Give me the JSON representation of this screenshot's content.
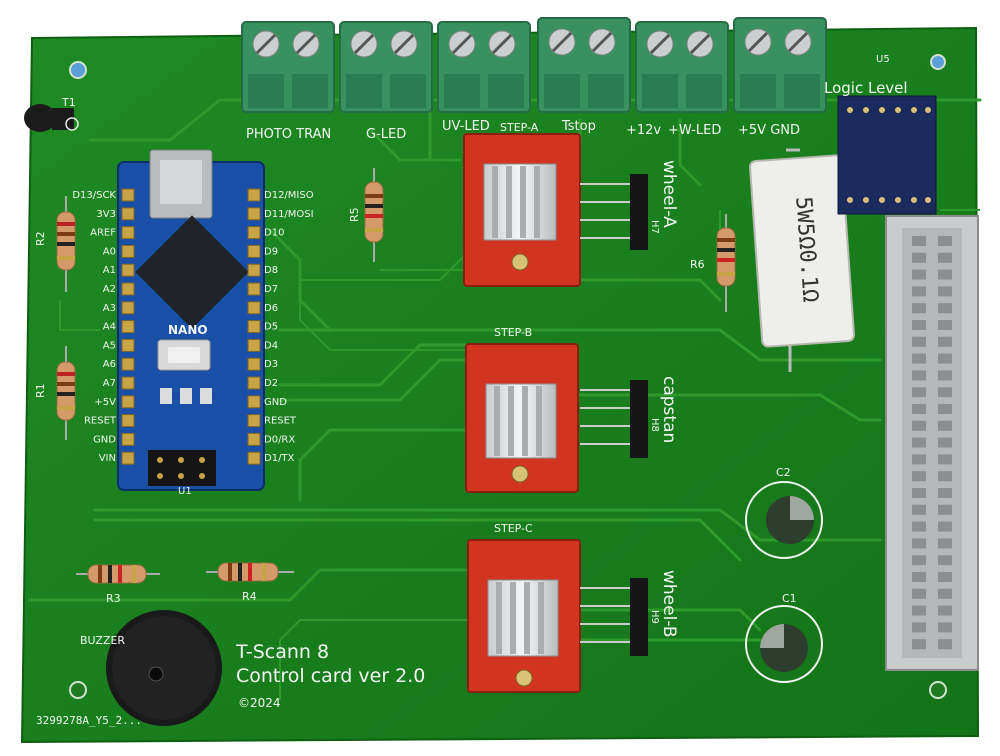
{
  "board": {
    "title": "T-Scann 8",
    "subtitle": "Control card ver 2.0",
    "copyright": "©2024",
    "serial": "3299278A_Y5_2..."
  },
  "terminals": [
    {
      "label": "PHOTO TRAN"
    },
    {
      "label": "G-LED"
    },
    {
      "label": "UV-LED"
    },
    {
      "label": "Tstop"
    },
    {
      "label": "+12v"
    },
    {
      "label": "+W-LED"
    },
    {
      "label": "+5V GND"
    }
  ],
  "components": {
    "t1": "T1",
    "u5": "U5",
    "logic_level": "Logic Level",
    "r1": "R1",
    "r2": "R2",
    "r3": "R3",
    "r4": "R4",
    "r5": "R5",
    "r6": "R6",
    "c1": "C1",
    "c2": "C2",
    "buzzer": "BUZZER",
    "u1": "U1",
    "nano": "NANO",
    "resistor_value": "5W5Ω0.1Ω",
    "h7": "H7",
    "h8": "H8",
    "h9": "H9"
  },
  "left_pins": [
    "D13/SCK",
    "3V3",
    "AREF",
    "A0",
    "A1",
    "A2",
    "A3",
    "A4",
    "A5",
    "A6",
    "A7",
    "+5V",
    "RESET",
    "GND",
    "VIN"
  ],
  "right_pins": [
    "D12/MISO",
    "D11/MOSI",
    "D10",
    "D9",
    "D8",
    "D7",
    "D6",
    "D5",
    "D4",
    "D3",
    "D2",
    "GND",
    "RESET",
    "D0/RX",
    "D1/TX"
  ],
  "drivers": [
    {
      "label": "STEP-A",
      "header_label": "wheel-A"
    },
    {
      "label": "STEP-B",
      "header_label": "capstan"
    },
    {
      "label": "STEP-C",
      "header_label": "wheel-B"
    }
  ]
}
